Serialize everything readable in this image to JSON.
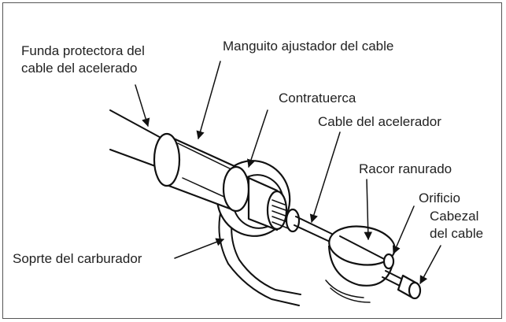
{
  "labels": {
    "housing_line1": "Funda protectora del",
    "housing_line2": "cable del acelerado",
    "adjuster": "Manguito ajustador del cable",
    "locknut": "Contratuerca",
    "throttle_cable": "Cable del acelerador",
    "slotted_fitting": "Racor ranurado",
    "hole": "Orificio",
    "cable_end_line1": "Cabezal",
    "cable_end_line2": "del cable",
    "bracket": "Soprte del carburador"
  },
  "colors": {
    "ink": "#111111",
    "text": "#222222",
    "border": "#555555",
    "background": "#ffffff"
  }
}
